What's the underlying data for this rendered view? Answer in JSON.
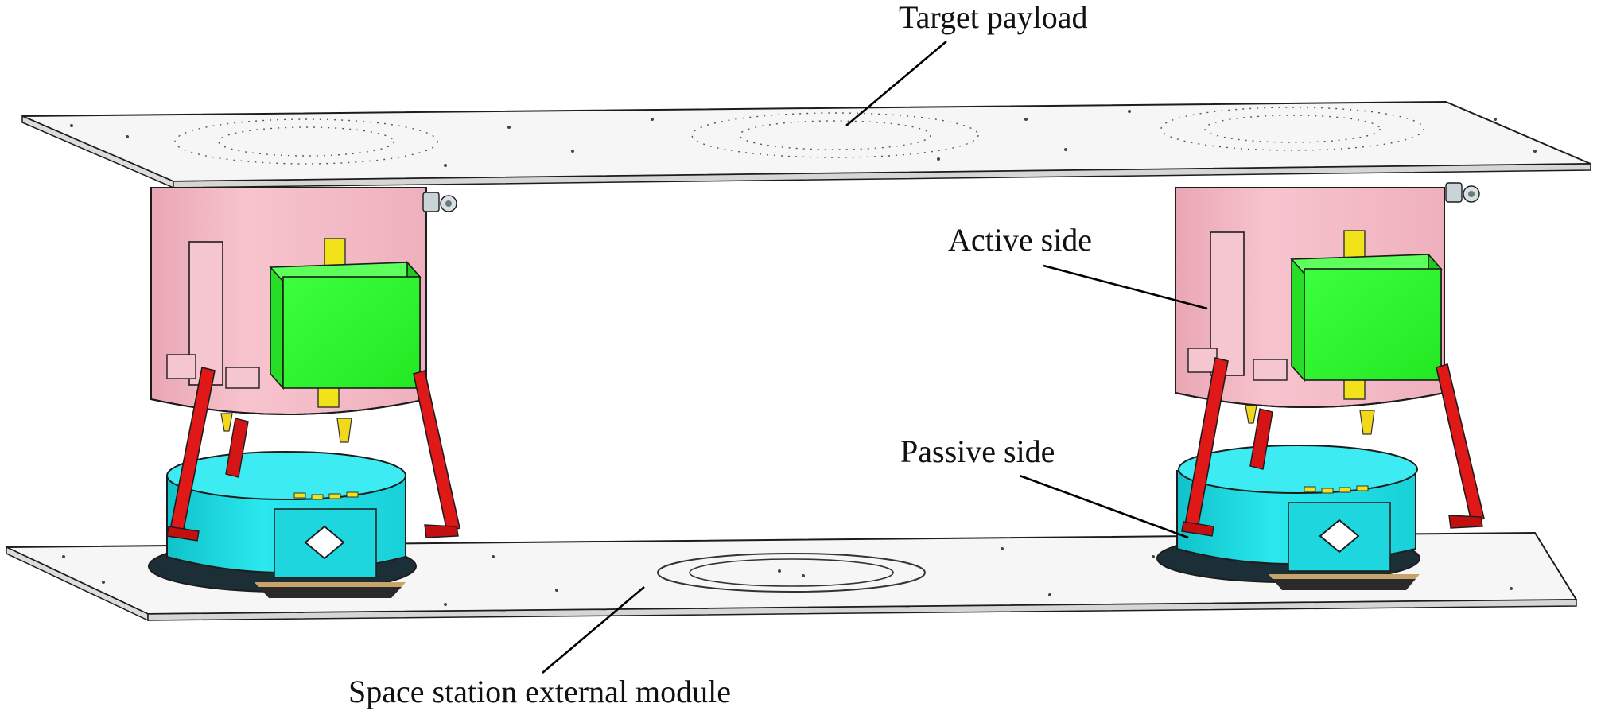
{
  "labels": {
    "target_payload": "Target payload",
    "active_side": "Active side",
    "passive_side": "Passive side",
    "external_module": "Space station external module"
  },
  "colors": {
    "active_body": "#f4b8c4",
    "active_body_shade": "#e7a2b0",
    "payload_box": "#33ff33",
    "passive_body": "#22e3ea",
    "passive_body_shade": "#12c4cc",
    "support_legs": "#e01818",
    "yellow_tabs": "#f2e21a",
    "plate": "#f6f6f6",
    "outline": "#1c1c1c"
  },
  "icons": [
    "leader-line",
    "bolt-icon",
    "hazard-diamond-icon"
  ]
}
